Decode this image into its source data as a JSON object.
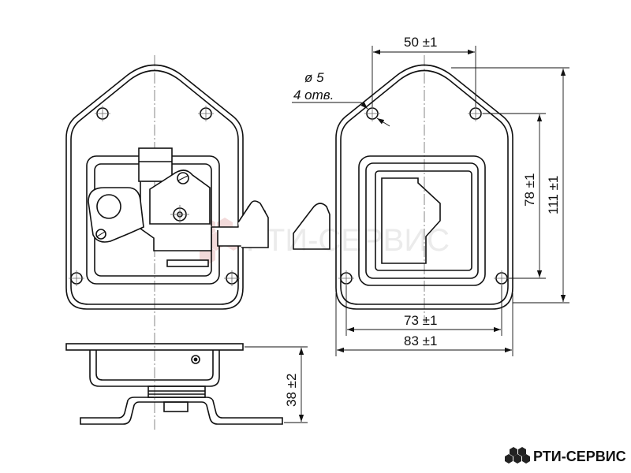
{
  "dimensions": {
    "top_width": "50 ±1",
    "hole_diameter": "ø 5",
    "hole_count": "4 отв.",
    "inner_height": "78 ±1",
    "outer_height": "111 ±1",
    "inner_width": "73 ±1",
    "outer_width": "83 ±1",
    "depth": "38 ±2"
  },
  "watermark": {
    "text": "РТИ-СЕРВИС"
  },
  "brand": {
    "name": "РТИ-СЕРВИС"
  },
  "colors": {
    "line": "#111111",
    "center_line": "#555555",
    "brand_hex": "#222222",
    "watermark": "#e6e6e6"
  }
}
